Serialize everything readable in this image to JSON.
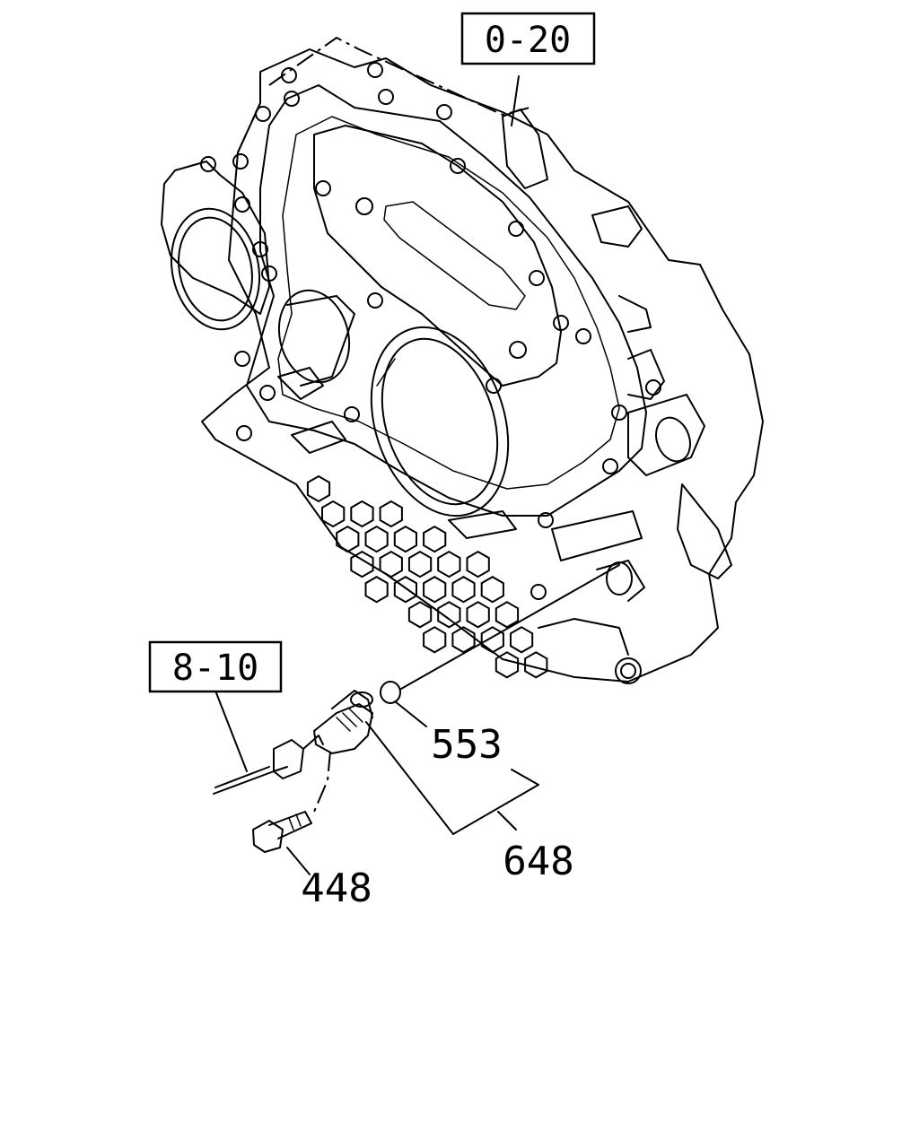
{
  "diagram": {
    "reference_boxes": [
      {
        "id": "ref-0-20",
        "label": "0-20"
      },
      {
        "id": "ref-8-10",
        "label": "8-10"
      }
    ],
    "part_numbers": [
      {
        "id": "part-553",
        "label": "553"
      },
      {
        "id": "part-648",
        "label": "648"
      },
      {
        "id": "part-448",
        "label": "448"
      }
    ]
  }
}
